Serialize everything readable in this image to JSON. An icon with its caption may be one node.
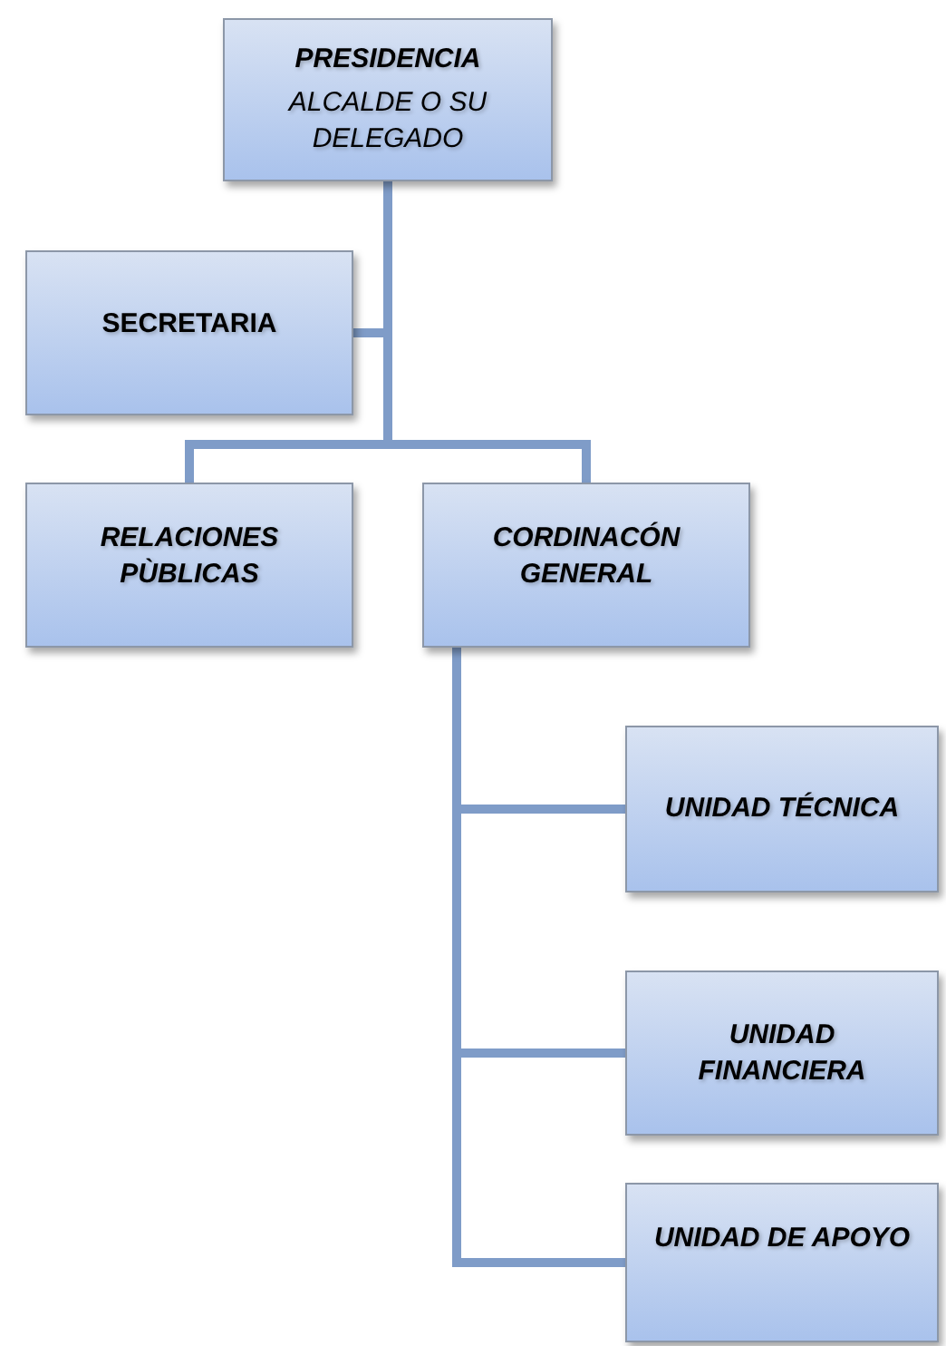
{
  "diagram": {
    "nodes": [
      {
        "text": [
          "PRESIDENCIA",
          "ALCALDE O SU DELEGADO"
        ]
      },
      {
        "text": [
          "SECRETARIA"
        ]
      },
      {
        "text": [
          "RELACIONES PÙBLICAS"
        ]
      },
      {
        "text": [
          "CORDINACÓN GENERAL"
        ]
      },
      {
        "text": [
          "UNIDAD TÉCNICA"
        ]
      },
      {
        "text": [
          "UNIDAD FINANCIERA"
        ]
      },
      {
        "text": [
          "UNIDAD DE APOYO"
        ]
      }
    ],
    "edges": [
      {
        "from": 0,
        "to": 1,
        "arrow": "none"
      },
      {
        "from": 0,
        "to": 2,
        "arrow": "none"
      },
      {
        "from": 0,
        "to": 3,
        "arrow": "none"
      },
      {
        "from": 3,
        "to": 4,
        "arrow": "none"
      },
      {
        "from": 3,
        "to": 5,
        "arrow": "none"
      },
      {
        "from": 3,
        "to": 6,
        "arrow": "none"
      }
    ]
  }
}
